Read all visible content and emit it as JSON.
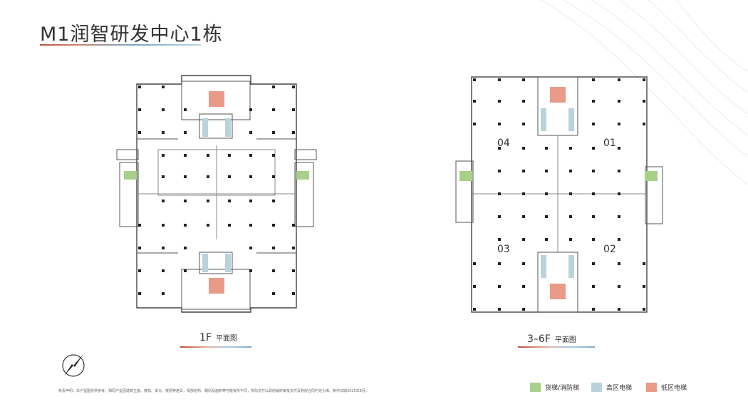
{
  "header": {
    "title": "M1润智研发中心1栋"
  },
  "plans": [
    {
      "floor": "1F",
      "label": "平面图"
    },
    {
      "floor": "3–6F",
      "label": "平面图",
      "units": [
        "04",
        "01",
        "03",
        "02"
      ]
    }
  ],
  "legend": [
    {
      "label": "货梯/消防梯",
      "color": "#a8d08a"
    },
    {
      "label": "高区电梯",
      "color": "#b9d3dc"
    },
    {
      "label": "低区电梯",
      "color": "#e99a88"
    }
  ],
  "disclaimer": "免责声明：本户型图仅供参考，相同户型因建筑立面、楼栋、单元、楼层等差异，局部结构、朝向及面积等可能有所不同，实际交付以政府最终审批文件及购房合同约定为准。制作日期2025年8月。"
}
